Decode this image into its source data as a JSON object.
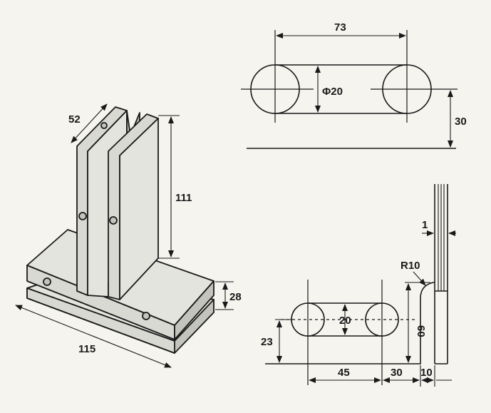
{
  "dimensions": {
    "iso_width": "52",
    "iso_height": "111",
    "iso_length": "115",
    "iso_base": "28",
    "top_spacing": "73",
    "top_diameter": "Φ20",
    "top_offset": "30",
    "side_thickness": "1",
    "side_radius": "R10",
    "side_height": "60",
    "side_slot": "20",
    "side_low": "23",
    "side_a": "45",
    "side_b": "30",
    "side_c": "10"
  },
  "colors": {
    "ink": "#1a1a1a",
    "metal": "#d9d9d4",
    "paper": "#f5f4ef"
  }
}
